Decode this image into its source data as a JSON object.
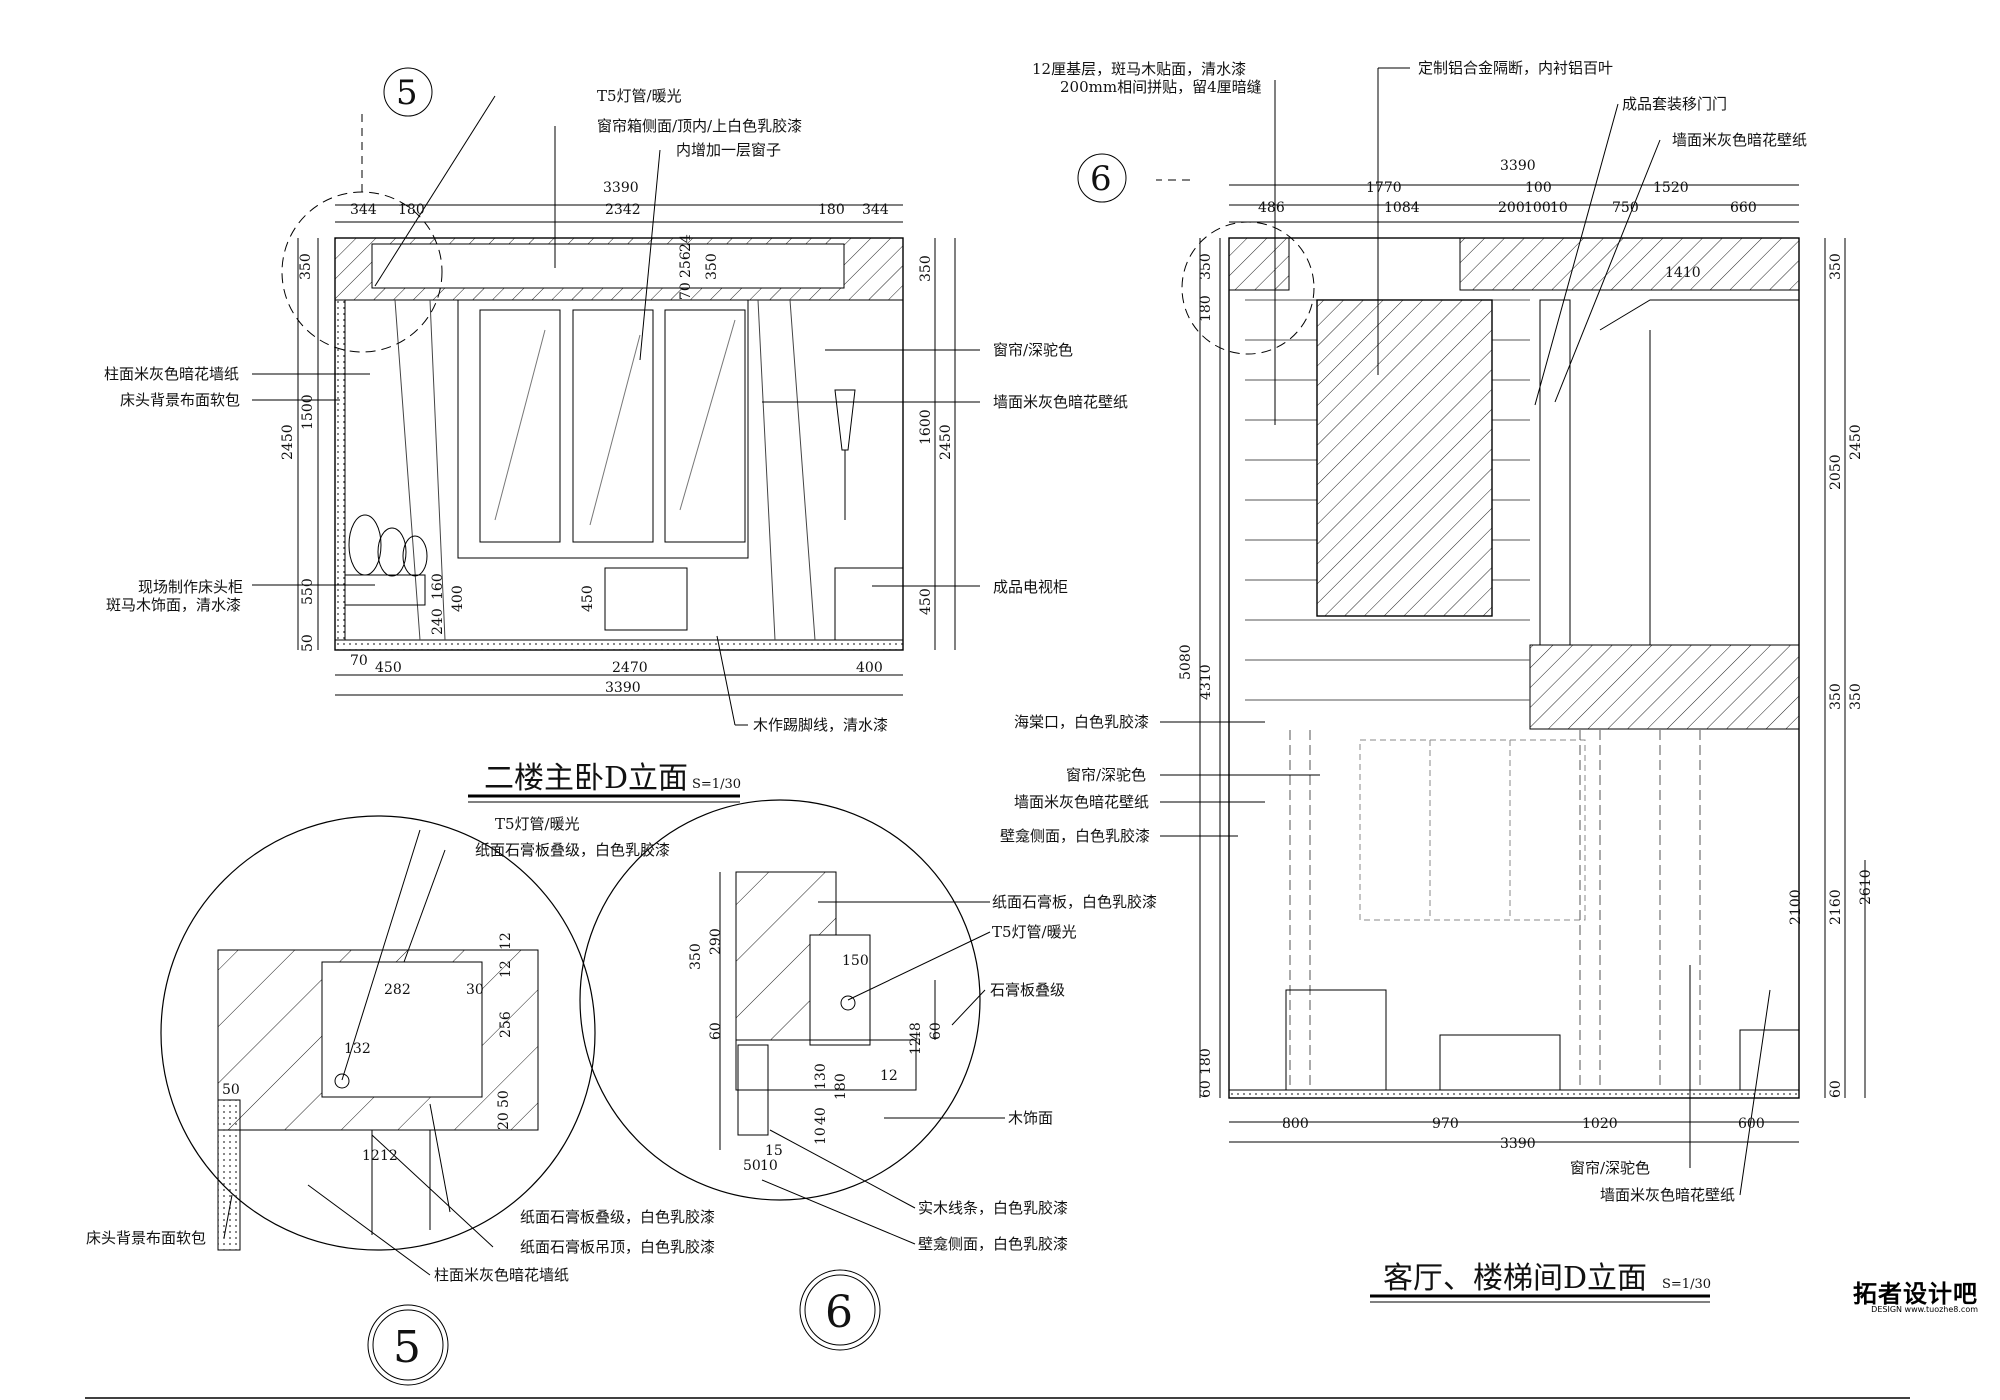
{
  "elev1": {
    "title": "二楼主卧D立面",
    "scale": "S=1/30",
    "bubble": "5",
    "labels": {
      "t5": "T5灯管/暖光",
      "box_side": "窗帘箱侧面/顶内/上白色乳胶漆",
      "inner_window": "内增加一层窗子",
      "curtain": "窗帘/深驼色",
      "wall_paper": "墙面米灰色暗花壁纸",
      "column_paper": "柱面米灰色暗花墙纸",
      "bed_back": "床头背景布面软包",
      "tv_cabinet": "成品电视柜",
      "bedside1": "现场制作床头柜",
      "bedside2": "斑马木饰面，清水漆",
      "skirting": "木作踢脚线，清水漆"
    },
    "dims": {
      "top_total": "3390",
      "top_a": "344",
      "top_b": "180",
      "top_c": "2342",
      "top_d": "180",
      "top_e": "344",
      "left_350": "350",
      "left_2450": "2450",
      "left_1500": "1500",
      "left_550": "550",
      "left_50": "50",
      "right_350": "350",
      "right_1600": "1600",
      "right_2450": "2450",
      "right_450": "450",
      "mid_24": "24",
      "mid_256": "256",
      "mid_70": "70",
      "mid_350": "350",
      "in_160": "160",
      "in_240": "240",
      "in_400": "400",
      "in_450": "450",
      "bot_70": "70",
      "bot_450": "450",
      "bot_2470": "2470",
      "bot_400": "400",
      "bot_total": "3390"
    }
  },
  "detail5": {
    "bubble": "5",
    "labels": {
      "t5": "T5灯管/暖光",
      "gypsum_stack": "纸面石膏板叠级，白色乳胶漆",
      "gypsum_stack2": "纸面石膏板叠级，白色乳胶漆",
      "gypsum_ceiling": "纸面石膏板吊顶，白色乳胶漆",
      "column_paper": "柱面米灰色暗花墙纸",
      "bed_back": "床头背景布面软包"
    },
    "dims": {
      "d282": "282",
      "d30": "30",
      "d12a": "12",
      "d12b": "12",
      "d256": "256",
      "d132": "132",
      "d50": "50",
      "d20": "20",
      "d50b": "50",
      "d12c": "12",
      "d12d": "12"
    }
  },
  "detail6": {
    "bubble": "6",
    "labels": {
      "gypsum": "纸面石膏板，白色乳胶漆",
      "t5": "T5灯管/暖光",
      "stack": "石膏板叠级",
      "wood": "木饰面",
      "solid_line": "实木线条，白色乳胶漆",
      "niche_side": "壁龛侧面，白色乳胶漆"
    },
    "dims": {
      "d350": "350",
      "d290": "290",
      "d60": "60",
      "d150": "150",
      "d48": "48",
      "d12": "12",
      "d60b": "60",
      "d130": "130",
      "d180": "180",
      "d12b": "12",
      "d10": "10",
      "d40": "40",
      "d50": "50",
      "d10b": "10",
      "d15": "15"
    }
  },
  "elev2": {
    "title": "客厅、楼梯间D立面",
    "scale": "S=1/30",
    "bubble": "6",
    "labels": {
      "wood_layer1": "12厘基层，斑马木贴面，清水漆",
      "wood_layer2": "200mm相间拼贴，留4厘暗缝",
      "partition": "定制铝合金隔断，内衬铝百叶",
      "slide_door": "成品套装移门门",
      "wall_paper": "墙面米灰色暗花壁纸",
      "crabapple": "海棠口，白色乳胶漆",
      "curtain": "窗帘/深驼色",
      "wall_paper2": "墙面米灰色暗花壁纸",
      "niche_side": "壁龛侧面，白色乳胶漆",
      "curtain_b": "窗帘/深驼色",
      "wall_paper_b": "墙面米灰色暗花壁纸"
    },
    "dims": {
      "top_total": "3390",
      "top_1770": "1770",
      "top_100": "100",
      "top_1520": "1520",
      "s486": "486",
      "s1084": "1084",
      "s200": "200",
      "s100": "100",
      "s10": "10",
      "s750": "750",
      "s660": "660",
      "s1410": "1410",
      "l350": "350",
      "l180": "180",
      "l5080": "5080",
      "l4310": "4310",
      "l60": "60",
      "l180b": "180",
      "r350": "350",
      "r2050": "2050",
      "r2450": "2450",
      "r350b": "350",
      "r350c": "350",
      "r2100": "2100",
      "r2160": "2160",
      "r2610": "2610",
      "r60": "60",
      "b800": "800",
      "b970": "970",
      "b1020": "1020",
      "b600": "600",
      "b_total": "3390"
    }
  },
  "watermark": {
    "title": "拓者设计吧",
    "sub": "DESIGN www.tuozhe8.com"
  }
}
